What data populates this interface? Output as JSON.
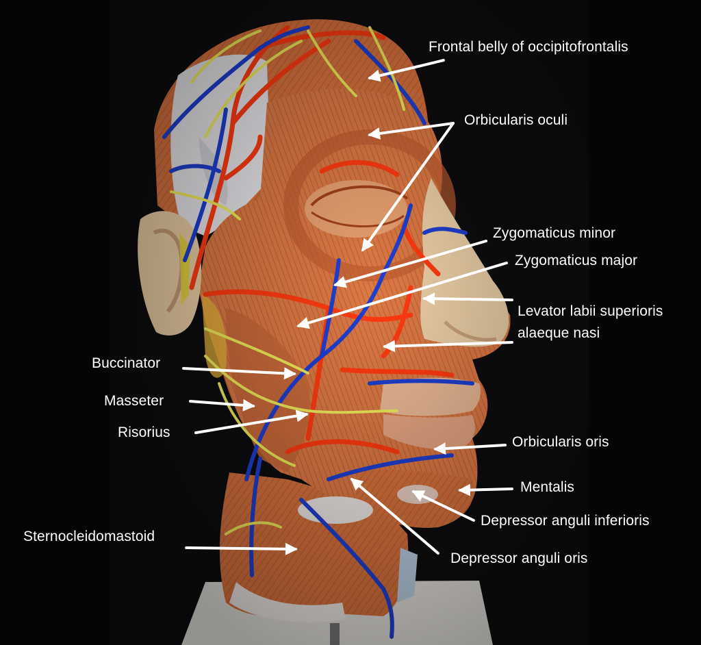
{
  "figure": {
    "subject": "anatomical model of head showing facial muscles",
    "colors": {
      "background": "#000000",
      "muscle": "#d9733e",
      "muscle_dark": "#b8502a",
      "skin": "#eccfa6",
      "artery": "#ff3a10",
      "vein": "#1f3fd0",
      "nerve": "#f2ee5a",
      "bone": "#e8e6ea",
      "label_text": "#ffffff",
      "stand": "#e4e1dc"
    }
  },
  "labels": {
    "frontal_belly": "Frontal belly of occipitofrontalis",
    "orbicularis_oculi": "Orbicularis oculi",
    "zygomaticus_minor": "Zygomaticus minor",
    "zygomaticus_major": "Zygomaticus major",
    "levator_line1": "Levator labii superioris",
    "levator_line2": "alaeque nasi",
    "buccinator": "Buccinator",
    "masseter": "Masseter",
    "risorius": "Risorius",
    "orbicularis_oris": "Orbicularis oris",
    "mentalis": "Mentalis",
    "depressor_anguli_inferioris": "Depressor anguli inferioris",
    "sternocleidomastoid": "Sternocleidomastoid",
    "depressor_anguli_oris": "Depressor anguli oris"
  }
}
